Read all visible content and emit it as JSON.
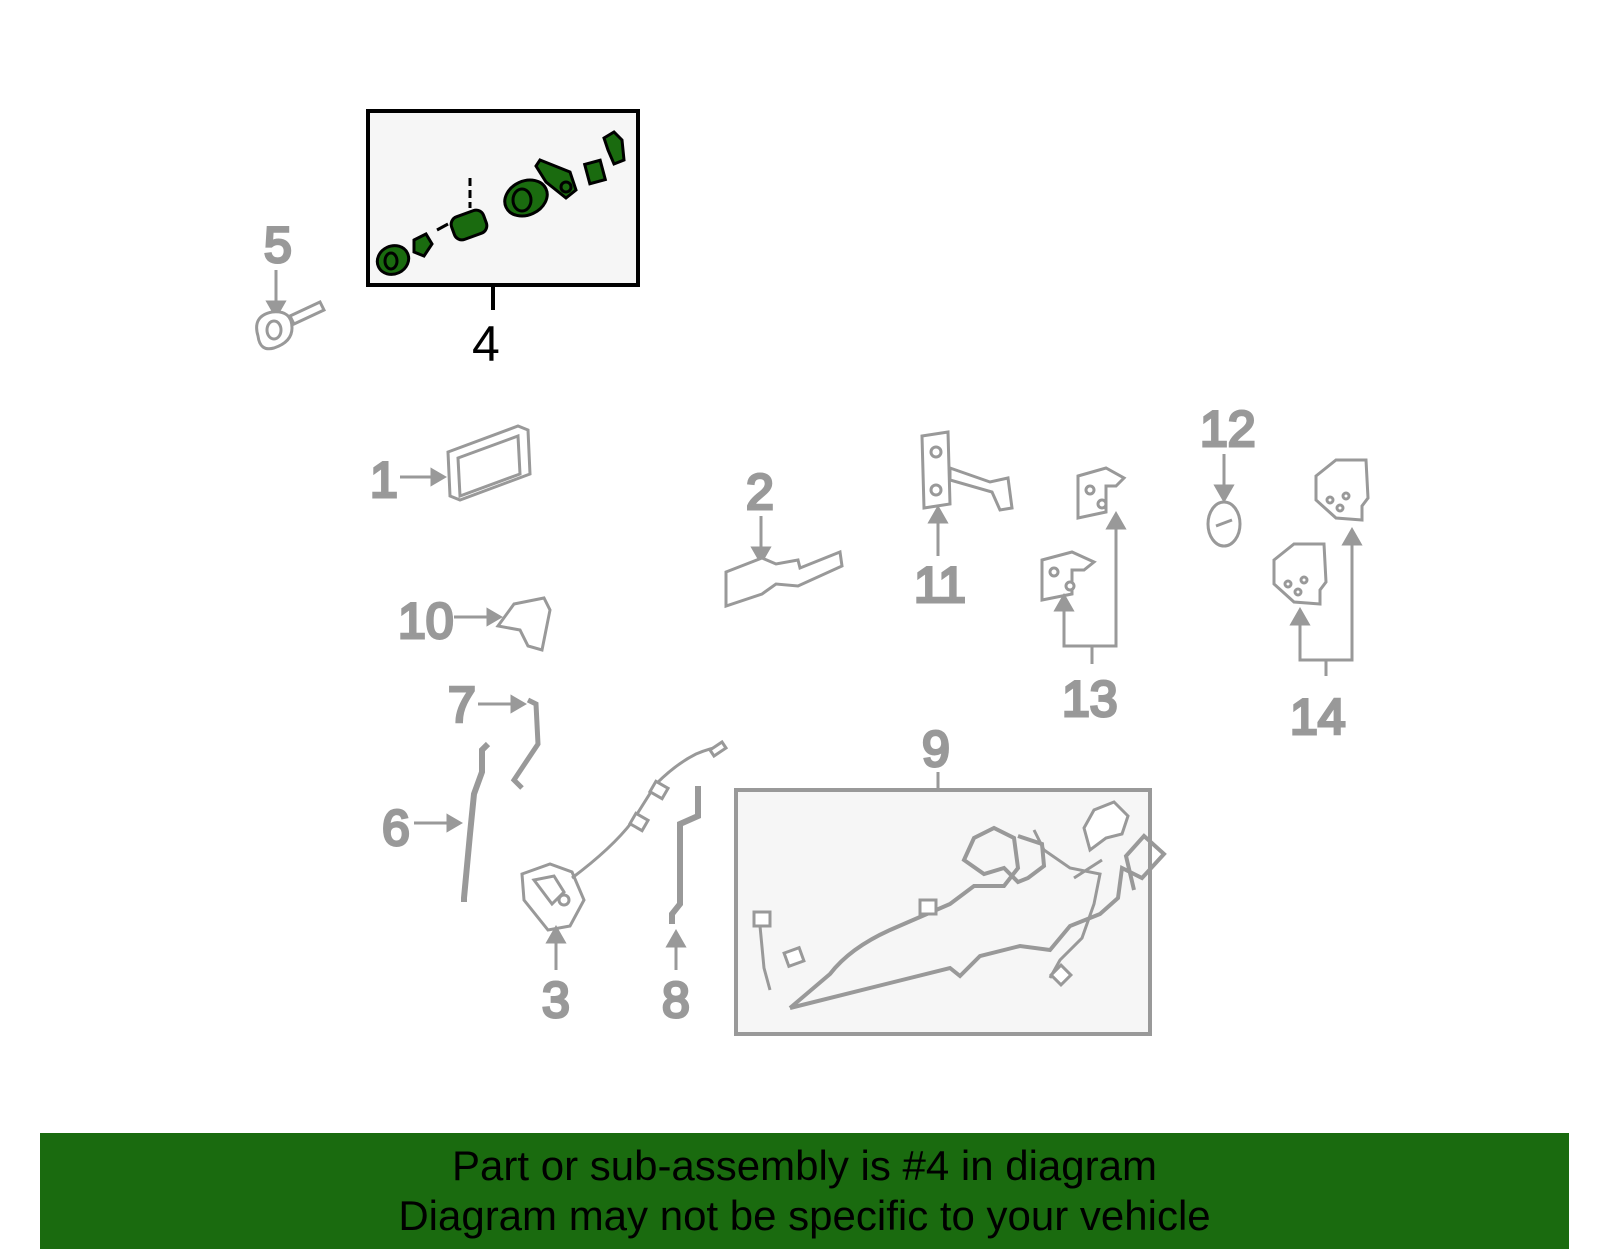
{
  "colors": {
    "part_outline": "#999999",
    "highlight_fill": "#1a6b0f",
    "highlight_outline": "#000000",
    "box_fill": "#f6f6f6",
    "banner_background": "#1a6b0f"
  },
  "callouts": {
    "p1": "1",
    "p2": "2",
    "p3": "3",
    "p4": "4",
    "p5": "5",
    "p6": "6",
    "p7": "7",
    "p8": "8",
    "p9": "9",
    "p10": "10",
    "p11": "11",
    "p12": "12",
    "p13": "13",
    "p14": "14"
  },
  "highlighted_part": "4",
  "banner": {
    "line1": "Part or sub-assembly is #4 in diagram",
    "line2": "Diagram may not be specific to your vehicle"
  }
}
